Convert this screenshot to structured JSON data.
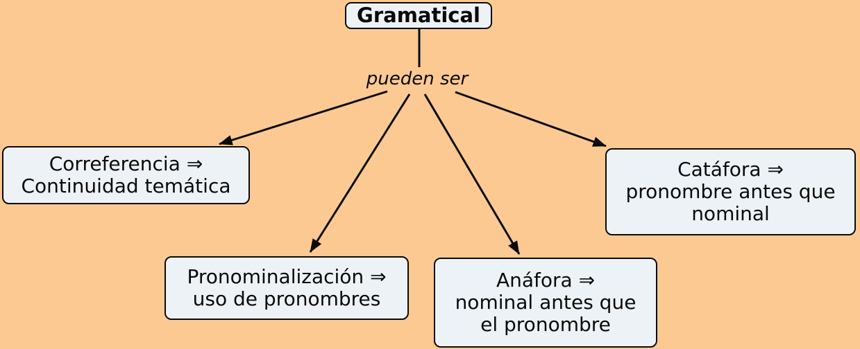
{
  "title_node": {
    "label": "Gramatical"
  },
  "linking_phrase": {
    "text": "pueden ser"
  },
  "nodes": {
    "correferencia": {
      "lines": [
        "Correferencia ⇒",
        "Continuidad temática"
      ]
    },
    "pronominalizacion": {
      "lines": [
        "Pronominalización ⇒",
        "uso de pronombres"
      ]
    },
    "anafora": {
      "lines": [
        "Anáfora ⇒",
        "nominal antes que",
        "el pronombre"
      ]
    },
    "catafora": {
      "lines": [
        "Catáfora ⇒",
        "pronombre antes que",
        "nominal"
      ]
    }
  },
  "edges": [
    {
      "from": "Gramatical",
      "to": "pueden ser",
      "arrow": false
    },
    {
      "from": "pueden ser",
      "to": "Correferencia ⇒ Continuidad temática",
      "arrow": true
    },
    {
      "from": "pueden ser",
      "to": "Pronominalización ⇒ uso de pronombres",
      "arrow": true
    },
    {
      "from": "pueden ser",
      "to": "Anáfora ⇒ nominal antes que el pronombre",
      "arrow": true
    },
    {
      "from": "pueden ser",
      "to": "Catáfora ⇒ pronombre antes que nominal",
      "arrow": true
    }
  ],
  "colors": {
    "background": "#fdc993",
    "node_fill": "#edf2f6",
    "stroke": "#0a0a0a"
  }
}
